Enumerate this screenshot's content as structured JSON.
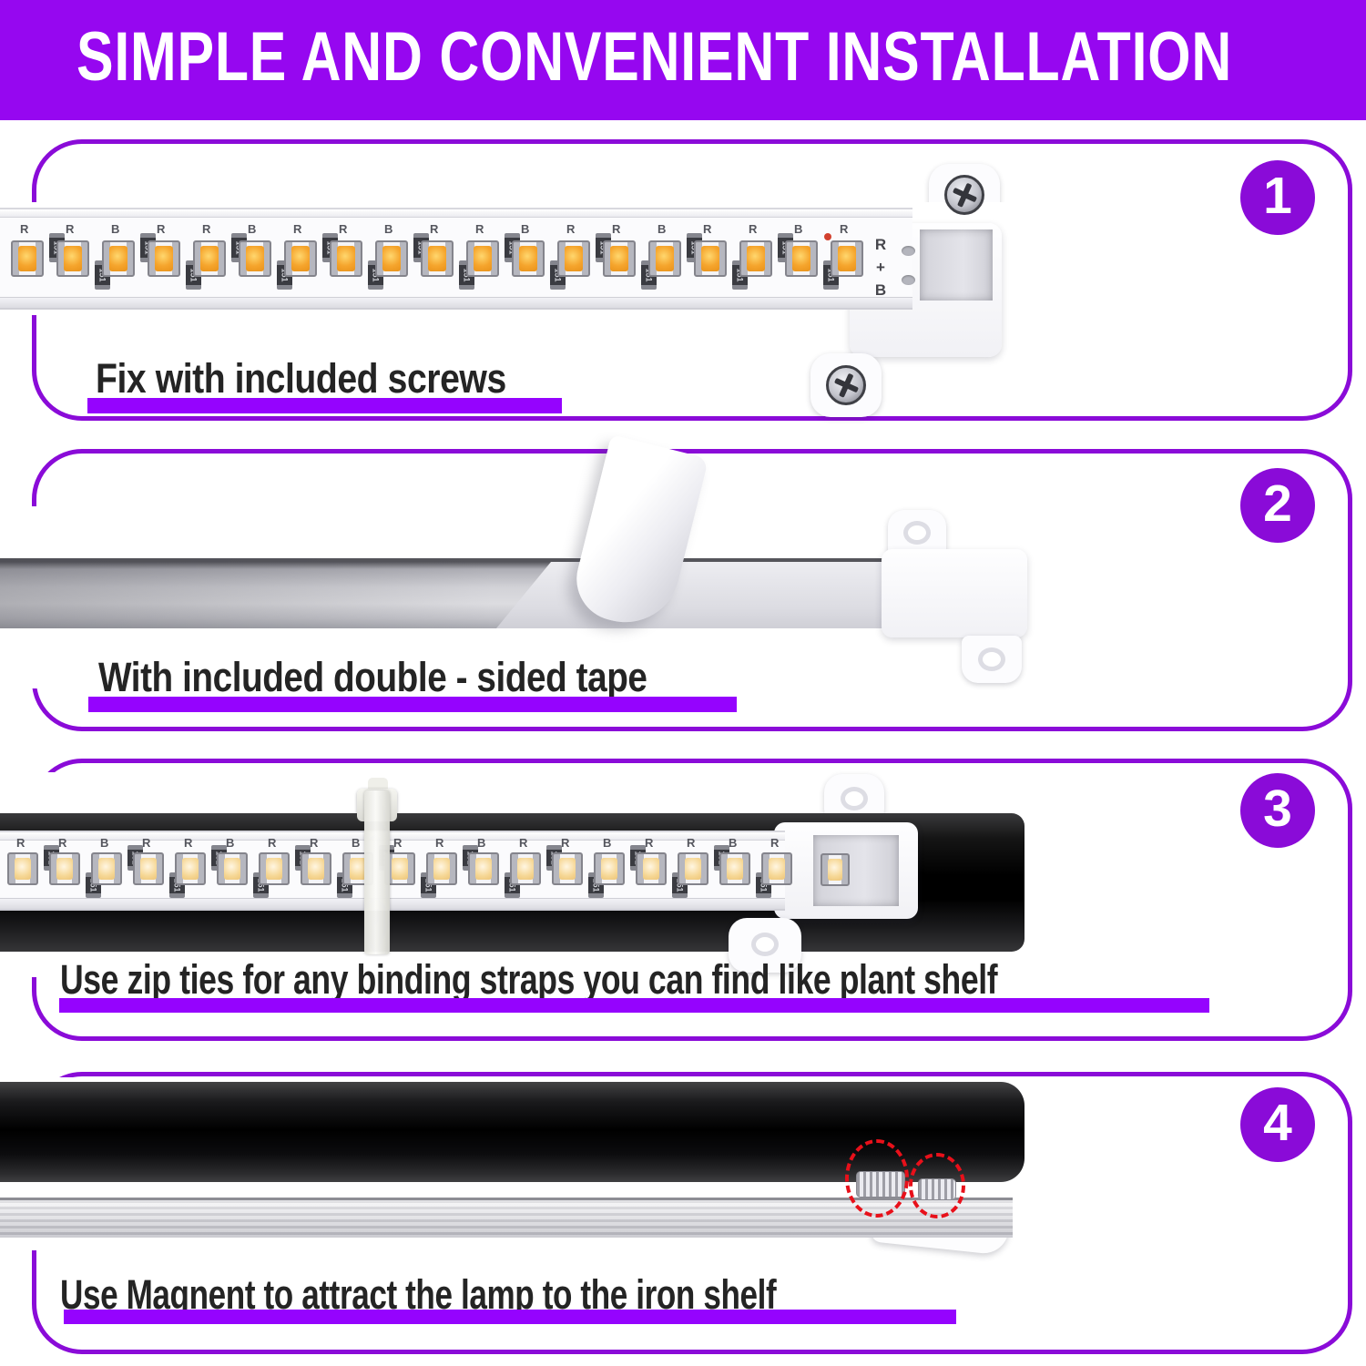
{
  "header": {
    "title": "SIMPLE AND CONVENIENT INSTALLATION"
  },
  "panels": [
    {
      "number": "1",
      "caption": "Fix with included screws"
    },
    {
      "number": "2",
      "caption": "With included double - sided tape"
    },
    {
      "number": "3",
      "caption": "Use zip ties for any binding straps you can find like plant shelf"
    },
    {
      "number": "4",
      "caption": "Use Magnent to attract the lamp to the iron shelf"
    }
  ],
  "led_strip": {
    "polarity_letters": [
      "R",
      "R",
      "B"
    ],
    "resistor_label": "151",
    "end_markings": [
      "R",
      "+",
      "B"
    ]
  },
  "colors": {
    "banner": "#9607F0",
    "panel_border": "#8A0BD8",
    "badge": "#8A0BD8",
    "underline": "#9503FE",
    "caption_text": "#242424",
    "led_warm_orange": "#F5A42C",
    "led_pale_warm": "#F6D795",
    "magnet_circle_red": "#E8101A"
  }
}
